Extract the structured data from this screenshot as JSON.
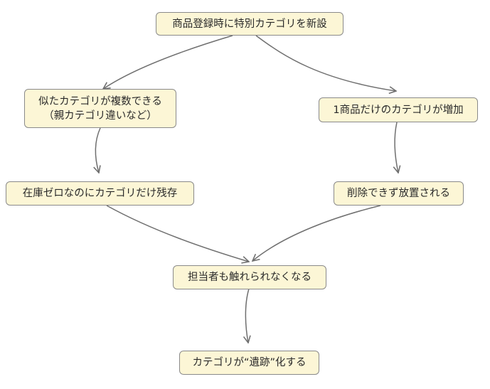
{
  "nodes": {
    "n1": "商品登録時に特別カテゴリを新設",
    "n2": "似たカテゴリが複数できる\n（親カテゴリ違いなど）",
    "n3": "1商品だけのカテゴリが増加",
    "n4": "在庫ゼロなのにカテゴリだけ残存",
    "n5": "削除できず放置される",
    "n6": "担当者も触れられなくなる",
    "n7": "カテゴリが“遺跡”化する"
  },
  "edges": [
    {
      "from": "n1",
      "to": "n2"
    },
    {
      "from": "n1",
      "to": "n3"
    },
    {
      "from": "n2",
      "to": "n4"
    },
    {
      "from": "n3",
      "to": "n5"
    },
    {
      "from": "n4",
      "to": "n6"
    },
    {
      "from": "n5",
      "to": "n6"
    },
    {
      "from": "n6",
      "to": "n7"
    }
  ],
  "colors": {
    "node_fill": "#fcf6d6",
    "node_border": "#8a8a8a",
    "edge": "#6f6f6f",
    "text": "#2a2a2a"
  }
}
